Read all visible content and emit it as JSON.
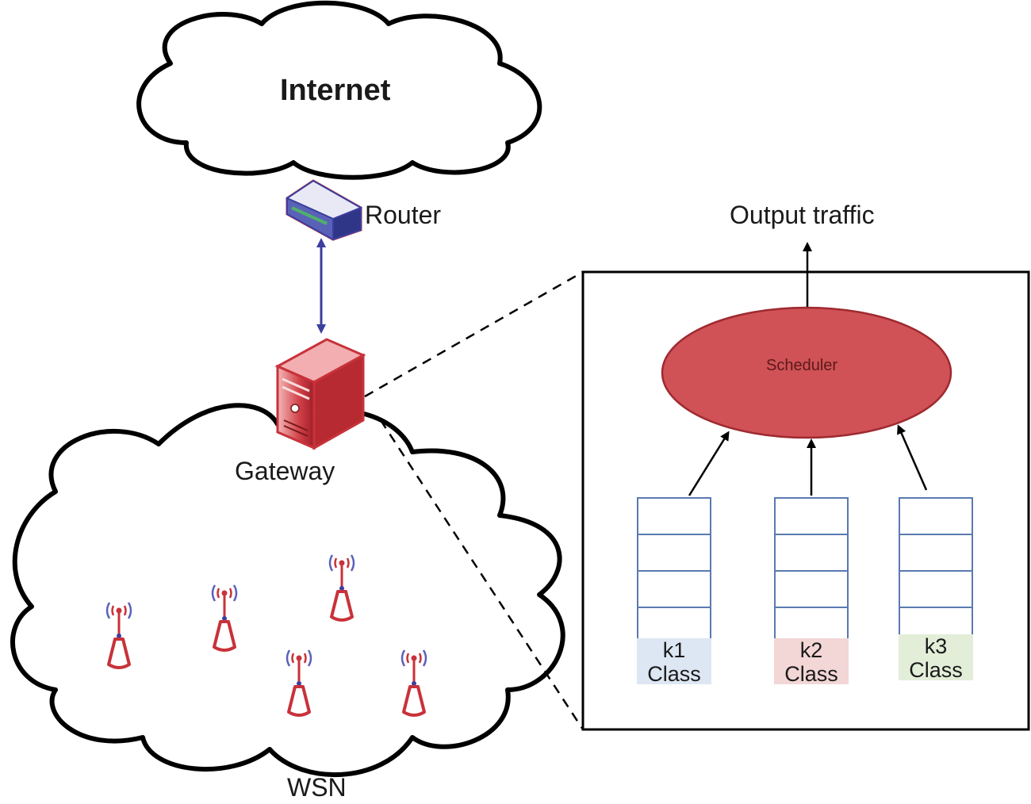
{
  "labels": {
    "internet": "Internet",
    "router": "Router",
    "gateway": "Gateway",
    "wsn": "WSN",
    "output_traffic": "Output traffic",
    "scheduler": "Scheduler"
  },
  "classes": [
    {
      "id": "k1",
      "label": "Class",
      "tint": "#dde7f3"
    },
    {
      "id": "k2",
      "label": "Class",
      "tint": "#f3d6d6"
    },
    {
      "id": "k3",
      "label": "Class",
      "tint": "#e3eed9"
    }
  ],
  "colors": {
    "device_red": "#c8323a",
    "scheduler_fill": "#d05156",
    "queue_line": "#5a7ab0",
    "link_blue": "#3b3f9e",
    "outline": "#000000"
  },
  "icons": {
    "router": "router-icon",
    "gateway": "server-icon",
    "sensor": "sensor-antenna-icon"
  },
  "sensor_count": 5
}
